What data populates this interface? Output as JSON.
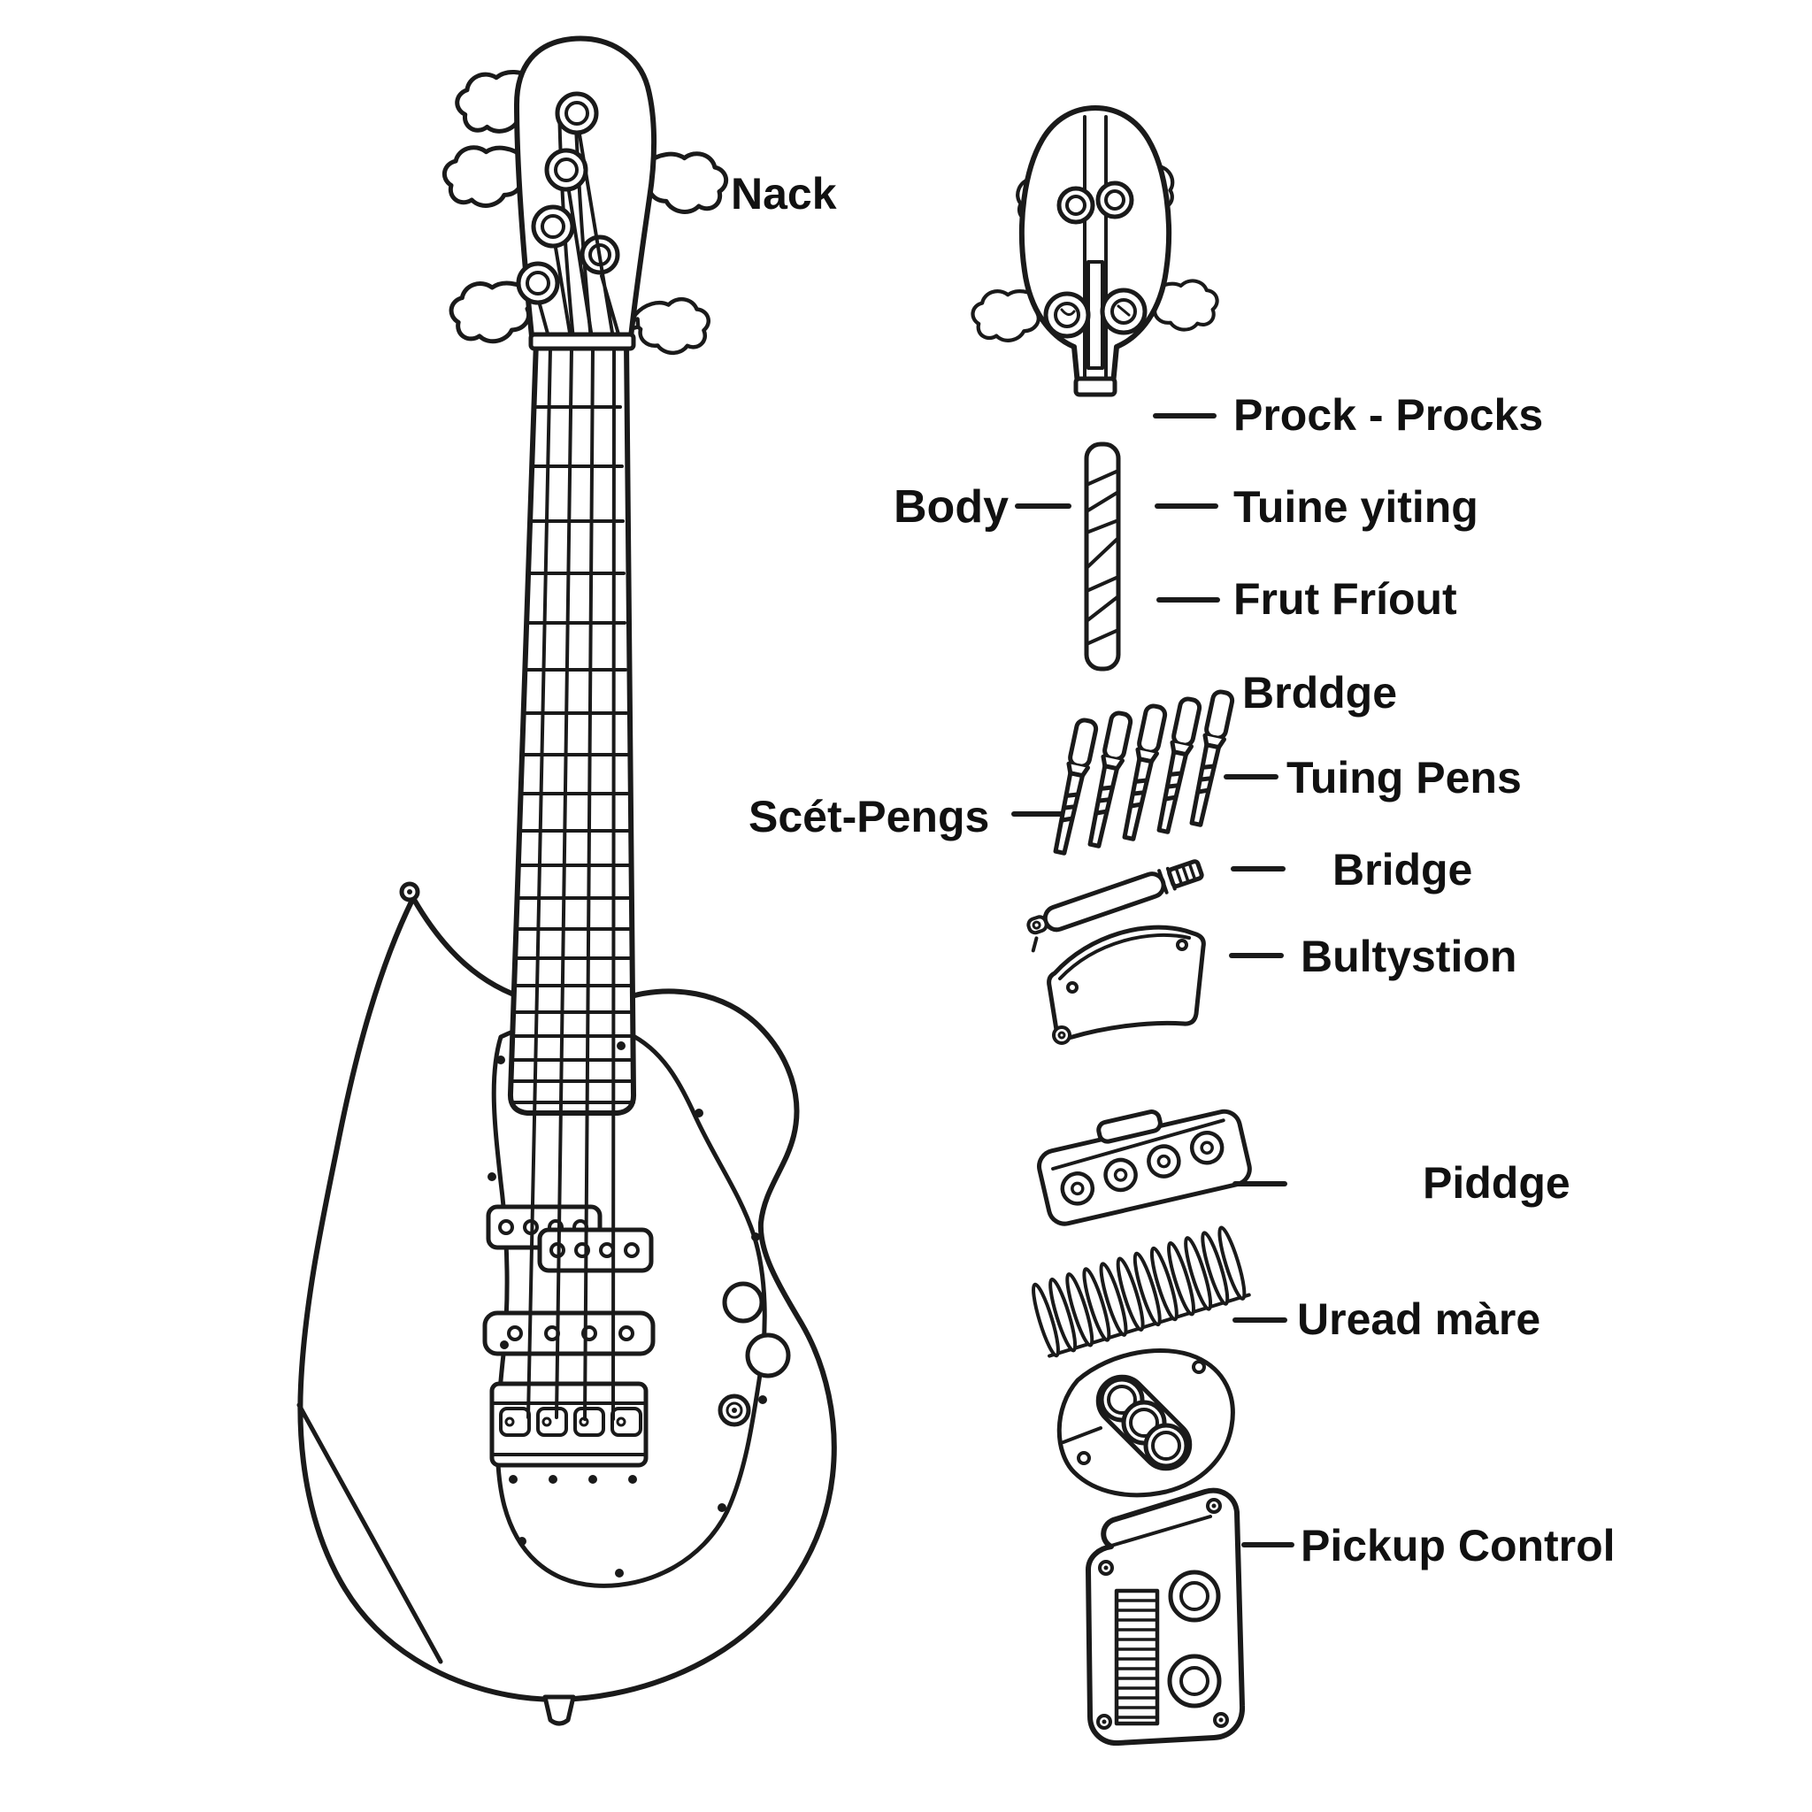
{
  "page": {
    "background": "#ffffff",
    "line_color": "#1a1a1a",
    "text_color": "#111111"
  },
  "figure": {
    "subject": "Bass guitar parts diagram, black outline line-art on white"
  },
  "labels": {
    "nack": "Nack",
    "body": "Body",
    "prock_procks": "Prock - Procks",
    "tuine_yiting": "Tuine yiting",
    "frut_frout": "Frut Fríout",
    "brddge": "Brddge",
    "scet_pengs": "Scét-Pengs",
    "tuing_pens": "Tuing Pens",
    "bridge": "Bridge",
    "bultystion": "Bultystion",
    "piddge": "Piddge",
    "uread_mare": "Uread màre",
    "pickup_control": "Pickup Control"
  }
}
